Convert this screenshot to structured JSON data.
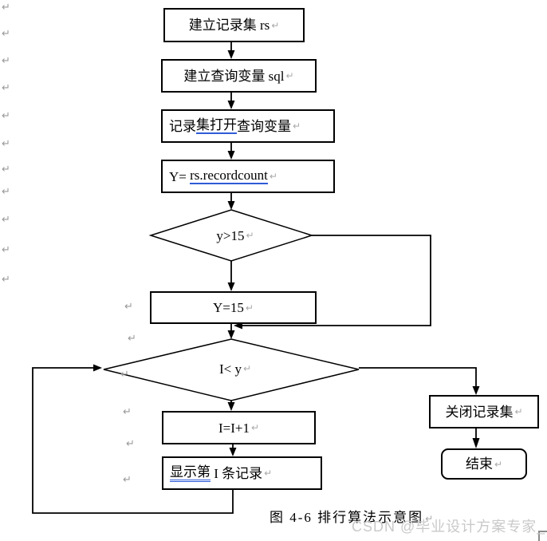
{
  "glyphs": {
    "return_mark": "↵"
  },
  "colors": {
    "line": "#000000",
    "spellcheck_underline": "#2f5bd7",
    "return_mark_gray": "#9a9a9a",
    "watermark_gray": "#c9c9c9"
  },
  "flowchart": {
    "nodes": {
      "create_recordset": {
        "label": "建立记录集 rs"
      },
      "create_query_var": {
        "label": "建立查询变量 sql"
      },
      "open_query": {
        "pre": "记录",
        "underlined": "集打开",
        "post": "查询变量"
      },
      "assign_y": {
        "pre": "Y= ",
        "underlined": "rs.recordcount",
        "post": ""
      },
      "cond_y_gt_15": {
        "label": "y>15"
      },
      "y_eq_15": {
        "label": "Y=15"
      },
      "cond_i_lt_y": {
        "label": "I< y"
      },
      "increment_i": {
        "label": "I=I+1"
      },
      "show_record": {
        "pre": "",
        "underlined": "显示第",
        "post": " I 条记录"
      },
      "close_recordset": {
        "label": "关闭记录集"
      },
      "end": {
        "label": "结束"
      }
    },
    "caption": "图 4-6 排行算法示意图",
    "watermark": "CSDN @毕业设计方案专家_"
  }
}
